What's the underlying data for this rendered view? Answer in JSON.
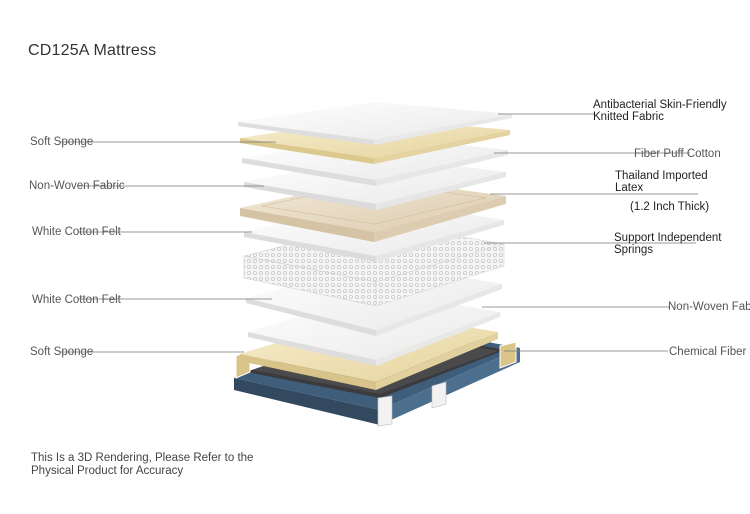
{
  "title": "CD125A Mattress",
  "labels_left": [
    "Soft Sponge",
    "Non-Woven Fabric",
    "White Cotton Felt",
    "White Cotton Felt",
    "Soft Sponge"
  ],
  "labels_right": {
    "knitted_line1": "Antibacterial Skin-Friendly",
    "knitted_line2": "Knitted Fabric",
    "fiber_puff": "Fiber Puff Cotton",
    "latex_line1": "Thailand Imported",
    "latex_line2": "Latex",
    "latex_thick": "(1.2 Inch Thick)",
    "springs_line1": "Support Independent",
    "springs_line2": "Springs",
    "non_woven": "Non-Woven Fab",
    "chemical": "Chemical Fiber"
  },
  "footnote": "This Is a 3D Rendering, Please Refer to the Physical Product for Accuracy",
  "colors": {
    "fabric": "#f4f4f4",
    "sponge": "#efe2b8",
    "latex": "#e9dcc6",
    "felt": "#f6f6f6",
    "base": "#3e3e40",
    "frame": "#3f5e7c"
  }
}
